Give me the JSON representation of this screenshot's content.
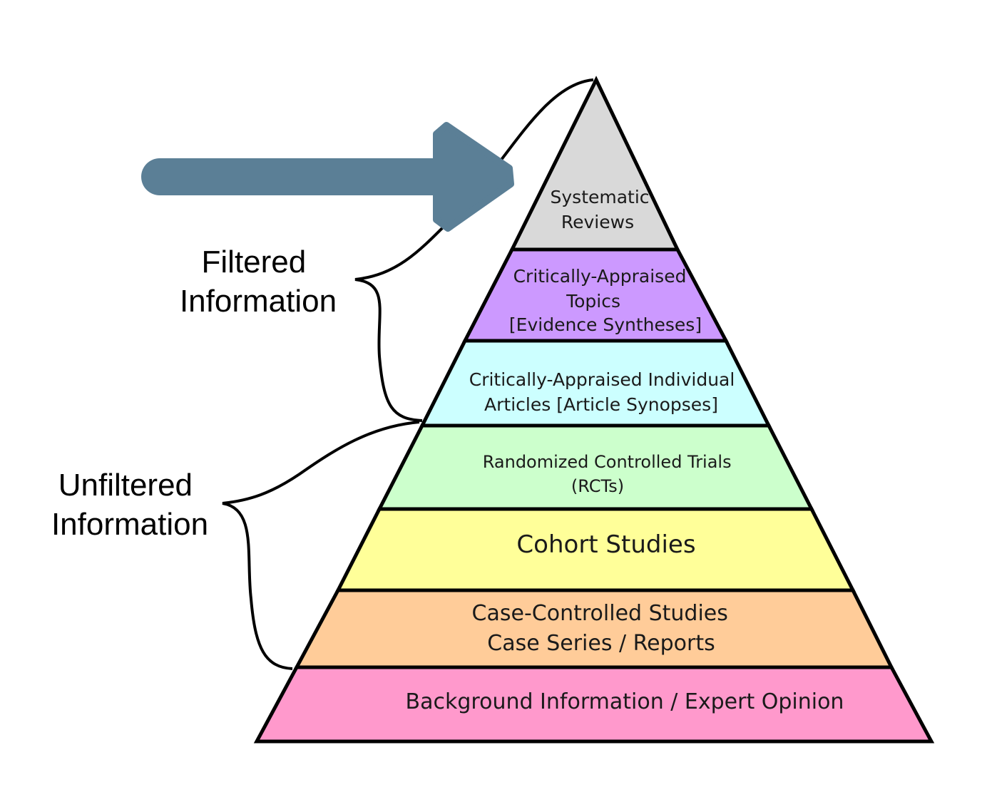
{
  "tiers": [
    {
      "lines": [
        "Systematic",
        "Reviews"
      ],
      "color": "#d9d9d9"
    },
    {
      "lines": [
        "Critically-Appraised",
        "Topics",
        "[Evidence Syntheses]"
      ],
      "color": "#cc99ff"
    },
    {
      "lines": [
        "Critically-Appraised Individual",
        "Articles [Article Synopses]"
      ],
      "color": "#ccffff"
    },
    {
      "lines": [
        "Randomized Controlled Trials",
        "(RCTs)"
      ],
      "color": "#ccffcc"
    },
    {
      "lines": [
        "Cohort Studies"
      ],
      "color": "#ffff99"
    },
    {
      "lines": [
        "Case-Controlled Studies",
        "Case Series / Reports"
      ],
      "color": "#ffcc99"
    },
    {
      "lines": [
        "Background Information / Expert Opinion"
      ],
      "color": "#ff99cc"
    }
  ],
  "labels": {
    "filtered": [
      "Filtered",
      "Information"
    ],
    "unfiltered": [
      "Unfiltered",
      "Information"
    ]
  },
  "arrow": {
    "color": "#5b7f96",
    "icon": "arrow-right-icon"
  }
}
